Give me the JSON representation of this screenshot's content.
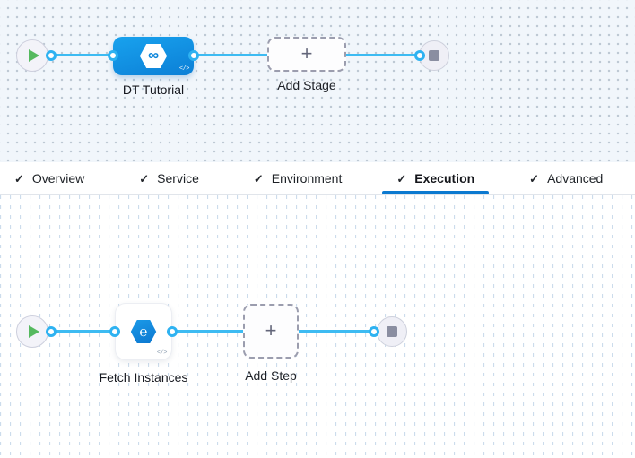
{
  "stage_canvas": {
    "stage": {
      "label": "DT Tutorial",
      "icon": "cd-infinity-icon"
    },
    "add_stage": {
      "label": "Add Stage"
    }
  },
  "tab_bar": {
    "tabs": [
      {
        "label": "Overview",
        "checked": true,
        "active": false
      },
      {
        "label": "Service",
        "checked": true,
        "active": false
      },
      {
        "label": "Environment",
        "checked": true,
        "active": false
      },
      {
        "label": "Execution",
        "checked": true,
        "active": true
      },
      {
        "label": "Advanced",
        "checked": true,
        "active": false
      }
    ]
  },
  "execution_canvas": {
    "step": {
      "label": "Fetch Instances",
      "icon": "elastigroup-step-icon"
    },
    "add_step": {
      "label": "Add Step"
    }
  },
  "glyphs": {
    "check": "✓",
    "plus": "+",
    "code": "</>",
    "stage_symbol": "∞",
    "step_symbol": "℮"
  },
  "colors": {
    "connector_blue": "#3dbbf2",
    "node_blue": "#0d86db",
    "active_tab_underline": "#0b79d0",
    "play_green": "#55b95f",
    "stop_gray": "#8a8ea1",
    "top_canvas_bg": "#f1f6fb",
    "grid_dash": "#ccdcec"
  }
}
